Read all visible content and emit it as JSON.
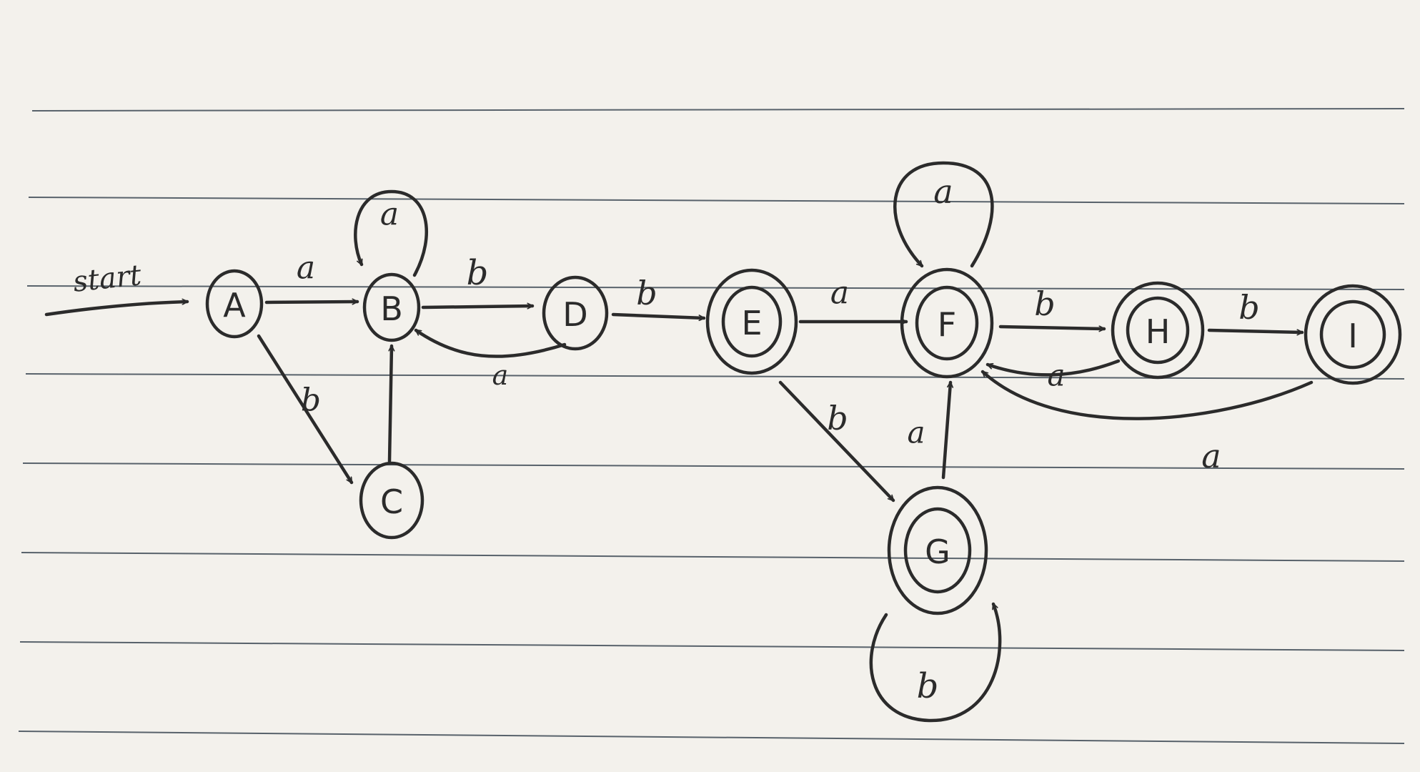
{
  "start_label": "start",
  "states": [
    {
      "id": "A",
      "label": "A",
      "accepting": false
    },
    {
      "id": "B",
      "label": "B",
      "accepting": false
    },
    {
      "id": "C",
      "label": "C",
      "accepting": false
    },
    {
      "id": "D",
      "label": "D",
      "accepting": false
    },
    {
      "id": "E",
      "label": "E",
      "accepting": true
    },
    {
      "id": "F",
      "label": "F",
      "accepting": true
    },
    {
      "id": "G",
      "label": "G",
      "accepting": true
    },
    {
      "id": "H",
      "label": "H",
      "accepting": true
    },
    {
      "id": "I",
      "label": "I",
      "accepting": true
    }
  ],
  "transitions": [
    {
      "from": "A",
      "to": "B",
      "label": "a"
    },
    {
      "from": "A",
      "to": "C",
      "label": "b"
    },
    {
      "from": "B",
      "to": "B",
      "label": "a"
    },
    {
      "from": "B",
      "to": "D",
      "label": "b"
    },
    {
      "from": "C",
      "to": "B",
      "label": ""
    },
    {
      "from": "D",
      "to": "B",
      "label": "a"
    },
    {
      "from": "D",
      "to": "E",
      "label": "b"
    },
    {
      "from": "E",
      "to": "F",
      "label": "a"
    },
    {
      "from": "E",
      "to": "G",
      "label": "b"
    },
    {
      "from": "F",
      "to": "F",
      "label": "a"
    },
    {
      "from": "F",
      "to": "H",
      "label": "b"
    },
    {
      "from": "G",
      "to": "F",
      "label": "a"
    },
    {
      "from": "G",
      "to": "G",
      "label": "b"
    },
    {
      "from": "H",
      "to": "F",
      "label": "a"
    },
    {
      "from": "H",
      "to": "I",
      "label": "b"
    },
    {
      "from": "I",
      "to": "F",
      "label": "a"
    }
  ]
}
